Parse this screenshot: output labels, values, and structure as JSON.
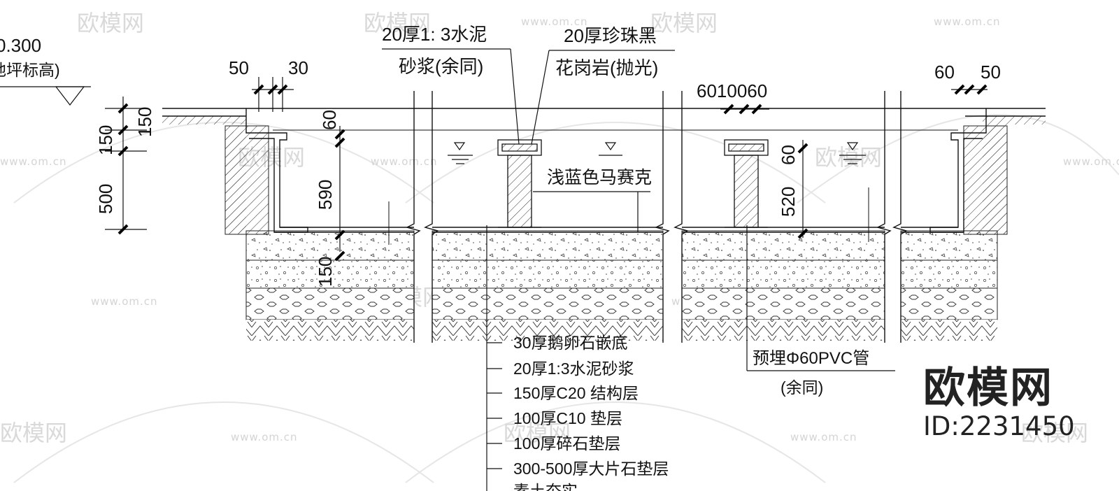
{
  "drawing": {
    "elevation": {
      "value": "0.300",
      "note": "地坪标高)"
    },
    "callouts": {
      "mortar": {
        "line1": "20厚1: 3水泥",
        "line2": "砂浆(余同)"
      },
      "granite": {
        "line1": "20厚珍珠黑",
        "line2": "花岗岩(抛光)"
      },
      "mosaic": "浅蓝色马赛克",
      "pipe": {
        "line1": "预埋Φ60PVC管",
        "line2": "(余同)"
      }
    },
    "dimensions": {
      "d50": "50",
      "d30": "30",
      "d150a": "150",
      "d150b": "150",
      "d500": "500",
      "d60": "60",
      "d590": "590",
      "d150c": "150",
      "d6010060": "6010060",
      "d520": "520",
      "d60b": "60",
      "d60c": "60",
      "d50b": "50"
    },
    "layers": [
      "30厚鹅卵石嵌底",
      "20厚1:3水泥砂浆",
      "150厚C20  结构层",
      "100厚C10  垫层",
      "100厚碎石垫层",
      "300-500厚大片石垫层",
      "素土夯实"
    ]
  },
  "watermark": {
    "brand": "欧模网",
    "url": "www.om.cn",
    "id": "ID:2231450"
  }
}
